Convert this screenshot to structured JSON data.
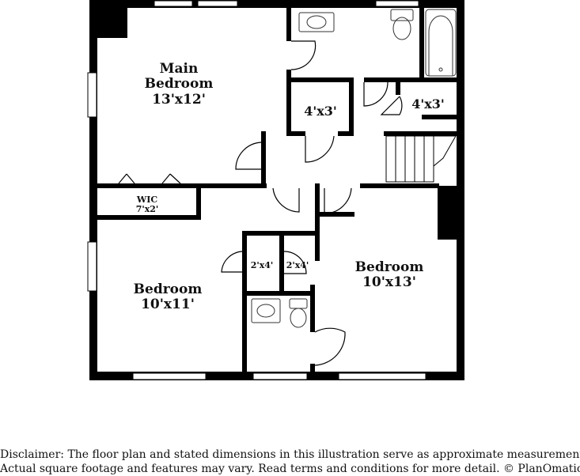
{
  "rooms": {
    "main_bedroom": {
      "line1": "Main",
      "line2": "Bedroom",
      "dims": "13'x12'"
    },
    "closet_left": {
      "dims": "4'x3'"
    },
    "closet_right": {
      "dims": "4'x3'"
    },
    "wic": {
      "name": "WIC",
      "dims": "7'x2'"
    },
    "closet_a": {
      "dims": "2'x4'"
    },
    "closet_b": {
      "dims": "2'x4'"
    },
    "bedroom_left": {
      "name": "Bedroom",
      "dims": "10'x11'"
    },
    "bedroom_right": {
      "name": "Bedroom",
      "dims": "10'x13'"
    }
  },
  "disclaimer": {
    "line1": "Disclaimer: The floor plan and stated dimensions in this illustration serve as approximate measurements.",
    "line2": "Actual square footage and features may vary. Read terms and conditions for more detail. © PlanOmatic"
  },
  "colors": {
    "wall": "#000000",
    "fixture": "#333333",
    "background": "#ffffff"
  }
}
